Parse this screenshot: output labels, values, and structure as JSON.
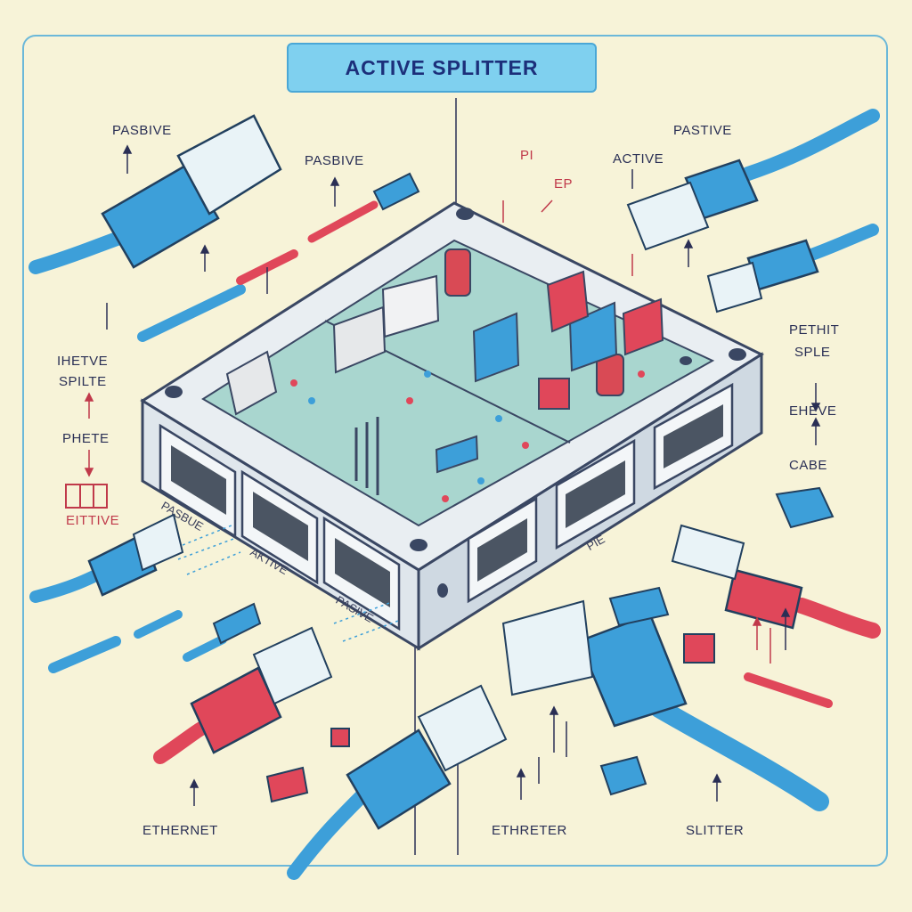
{
  "title": "ACTIVE SPLITTER",
  "labels": {
    "left_top": "PASBIVE",
    "left_second": "PASBIVE",
    "right_top": "PASTIVE",
    "right_active": "ACTIVE",
    "red_pi": "PI",
    "red_ep": "EP",
    "left_mid_1": "IHETVE",
    "left_mid_2": "SPILTE",
    "left_mid_3": "PHETE",
    "left_mid_4": "EITTIVE",
    "right_mid_1": "PETHIT",
    "right_mid_2": "SPLE",
    "right_mid_3": "EHEVE",
    "right_mid_4": "CABE",
    "bottom_left": "ETHERNET",
    "bottom_mid": "ETHRETER",
    "bottom_right": "SLITTER"
  },
  "port_labels": [
    "PASBUE",
    "AKTIVE",
    "PASIVE",
    "PIE"
  ],
  "colors": {
    "background": "#f7f3d8",
    "cable_blue": "#3d9fd9",
    "cable_red": "#e0475a",
    "title_fill": "#7fd0ef",
    "board_green": "#a9d6cf",
    "frame": "#6bb8d9"
  }
}
